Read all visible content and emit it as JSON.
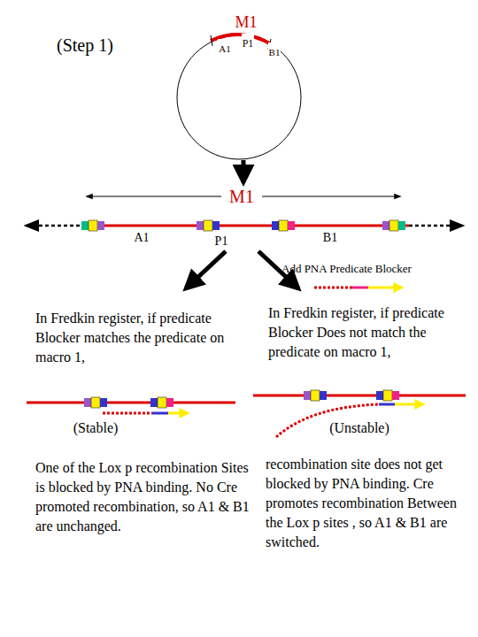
{
  "diagram": {
    "title": "(Step 1)",
    "labels": [
      "M1",
      "A1",
      "P1",
      "B1",
      "M1",
      "A1",
      "P1",
      "B1",
      "Add PNA Predicate Blocker",
      "In Fredkin register, if predicate Blocker matches the predicate on macro 1,",
      "In Fredkin register, if predicate Blocker Does not match the predicate on macro 1,",
      "(Stable)",
      "(Unstable)",
      "One of the Lox p recombination Sites is blocked by PNA binding. No Cre promoted recombination, so A1 & B1 are unchanged.",
      "recombination site does not get blocked by PNA binding. Cre promotes recombination Between the Lox p sites , so A1 & B1 are switched."
    ]
  }
}
